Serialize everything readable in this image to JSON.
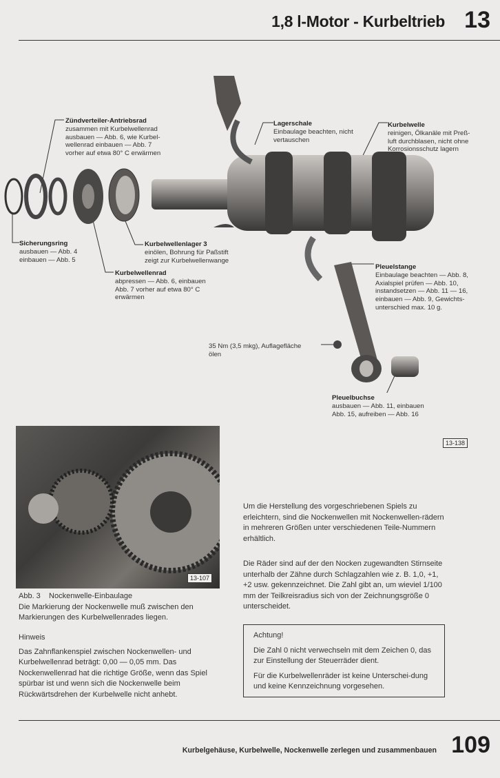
{
  "header": {
    "title": "1,8 l-Motor - Kurbeltrieb",
    "chapter": "13"
  },
  "figure_main": {
    "id": "13-138",
    "callouts": [
      {
        "title": "Zündverteiler-Antriebsrad",
        "lines": [
          "zusammen mit Kurbelwellenrad",
          "ausbauen — Abb. 6, wie Kurbel-",
          "wellenrad einbauen — Abb. 7",
          "vorher auf etwa 80° C erwärmen"
        ]
      },
      {
        "title": "Lagerschale",
        "lines": [
          "Einbaulage beachten, nicht",
          "vertauschen"
        ]
      },
      {
        "title": "Kurbelwelle",
        "lines": [
          "reinigen, Ölkanäle mit Preß-",
          "luft durchblasen, nicht ohne",
          "Korrosionsschutz lagern"
        ]
      },
      {
        "title": "Sicherungsring",
        "lines": [
          "ausbauen — Abb. 4",
          "einbauen — Abb. 5"
        ]
      },
      {
        "title": "Kurbelwellenlager 3",
        "lines": [
          "einölen, Bohrung für Paßstift",
          "zeigt zur Kurbelwellenwange"
        ]
      },
      {
        "title": "Kurbelwellenrad",
        "lines": [
          "abpressen — Abb. 6, einbauen",
          "Abb. 7 vorher auf etwa 80° C",
          "erwärmen"
        ]
      },
      {
        "title": "Pleuelstange",
        "lines": [
          "Einbaulage beachten — Abb. 8,",
          "Axialspiel prüfen — Abb. 10,",
          "instandsetzen — Abb. 11 — 16,",
          "einbauen — Abb. 9, Gewichts-",
          "unterschied max. 10 g."
        ]
      },
      {
        "title": "",
        "lines": [
          "35 Nm (3,5 mkg), Auflagefläche",
          "ölen"
        ]
      },
      {
        "title": "Pleuelbuchse",
        "lines": [
          "ausbauen — Abb. 11, einbauen",
          "Abb. 15, aufreiben — Abb. 16"
        ]
      }
    ]
  },
  "figure3": {
    "id": "13-107",
    "caption_title": "Abb. 3    Nockenwelle-Einbaulage",
    "caption_text": "Die Markierung der Nockenwelle muß zwischen den Markierungen des Kurbelwellenrades liegen."
  },
  "hinweis": {
    "title": "Hinweis",
    "text": "Das Zahnflankenspiel zwischen Nockenwellen- und Kurbelwellenrad beträgt: 0,00 — 0,05 mm. Das Nockenwellenrad hat die richtige Größe, wenn das Spiel spürbar ist und wenn sich die Nockenwelle beim Rückwärtsdrehen der Kurbelwelle nicht anhebt."
  },
  "right_text": {
    "para1": "Um die Herstellung des vorgeschriebenen Spiels zu erleichtern, sind die Nockenwellen mit Nockenwellen-rädern in mehreren Größen unter verschiedenen Teile-Nummern erhältlich.",
    "para2": "Die Räder sind auf der den Nocken zugewandten Stirnseite unterhalb der Zähne durch Schlagzahlen wie z. B. 1,0, +1, +2 usw. gekennzeichnet. Die Zahl gibt an, um wieviel 1/100 mm der Teilkreisradius sich von der Zeichnungsgröße 0 unterscheidet."
  },
  "achtung": {
    "title": "Achtung!",
    "p1": "Die Zahl 0 nicht verwechseln mit dem Zeichen 0, das zur Einstellung der Steuerräder dient.",
    "p2": "Für die Kurbelwellenräder ist keine Unterschei-dung und keine Kennzeichnung vorgesehen."
  },
  "footer": {
    "text": "Kurbelgehäuse, Kurbelwelle, Nockenwelle zerlegen und zusammenbauen",
    "page": "109"
  }
}
